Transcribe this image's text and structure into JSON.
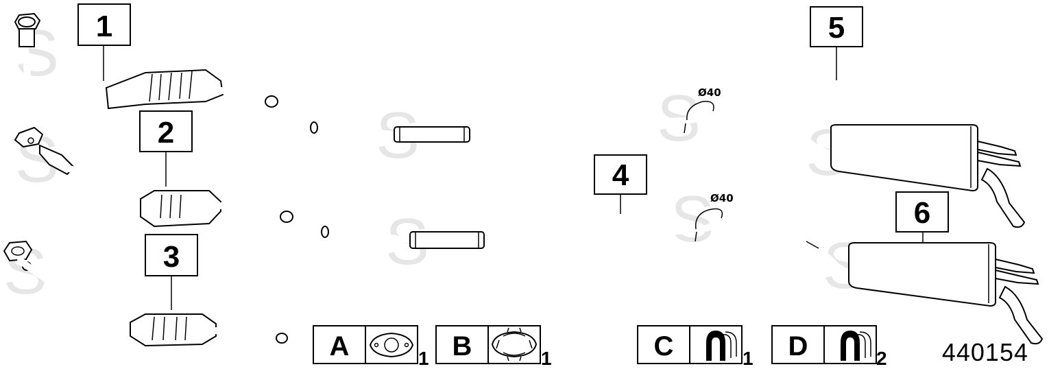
{
  "callouts": [
    {
      "number": "1"
    },
    {
      "number": "2"
    },
    {
      "number": "3"
    },
    {
      "number": "4"
    },
    {
      "number": "5"
    },
    {
      "number": "6"
    }
  ],
  "dimensions": {
    "pipe_diameter_upper": "Ø40",
    "pipe_diameter_lower": "Ø40"
  },
  "kits": [
    {
      "letter": "A",
      "icon": "gasket-icon",
      "quantity": "1"
    },
    {
      "letter": "B",
      "icon": "clamp-icon",
      "quantity": "1"
    },
    {
      "letter": "C",
      "icon": "rubber-hanger-icon",
      "quantity": "1"
    },
    {
      "letter": "D",
      "icon": "rubber-hanger-icon",
      "quantity": "2"
    }
  ],
  "reference_number": "440154",
  "watermark": "S"
}
